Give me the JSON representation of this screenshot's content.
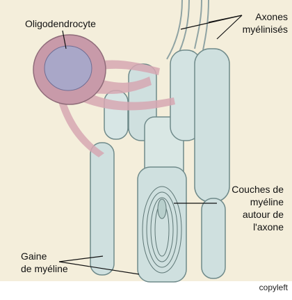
{
  "labels": {
    "oligodendrocyte": "Oligodendrocyte",
    "axones_line1": "Axones",
    "axones_line2": "myélinisés",
    "couches_line1": "Couches de",
    "couches_line2": "myéline",
    "couches_line3": "autour de",
    "couches_line4": "l'axone",
    "gaine_line1": "Gaine",
    "gaine_line2": "de myéline"
  },
  "credit": "copyleft",
  "colors": {
    "background": "#f4eedb",
    "sheath": "#cfe0df",
    "sheath_stroke": "#6f8a8a",
    "cell_body": "#c89aa9",
    "nucleus": "#a9a7c8",
    "process": "#d7a8b3"
  }
}
